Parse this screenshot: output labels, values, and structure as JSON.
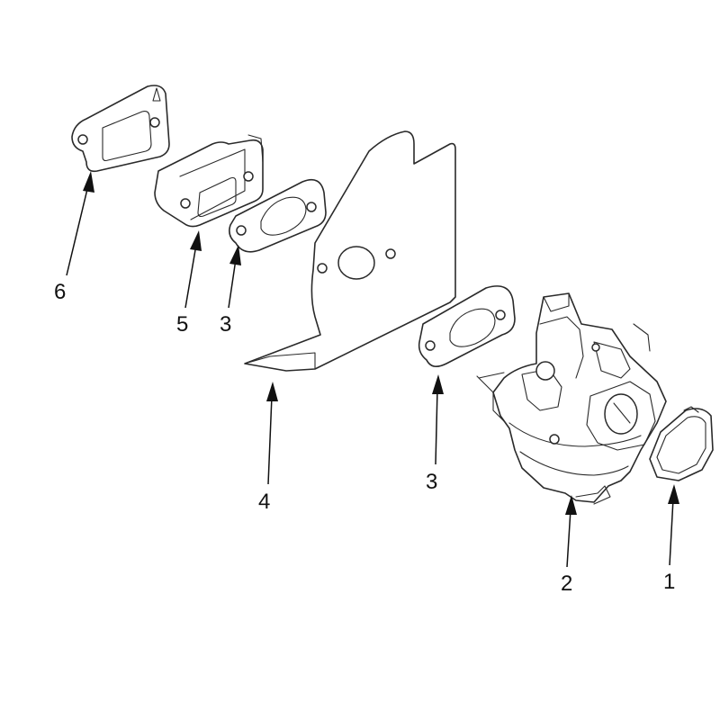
{
  "callouts": [
    {
      "id": "c6",
      "label": "6"
    },
    {
      "id": "c5",
      "label": "5"
    },
    {
      "id": "c3a",
      "label": "3"
    },
    {
      "id": "c4",
      "label": "4"
    },
    {
      "id": "c3b",
      "label": "3"
    },
    {
      "id": "c2",
      "label": "2"
    },
    {
      "id": "c1",
      "label": "1"
    }
  ]
}
